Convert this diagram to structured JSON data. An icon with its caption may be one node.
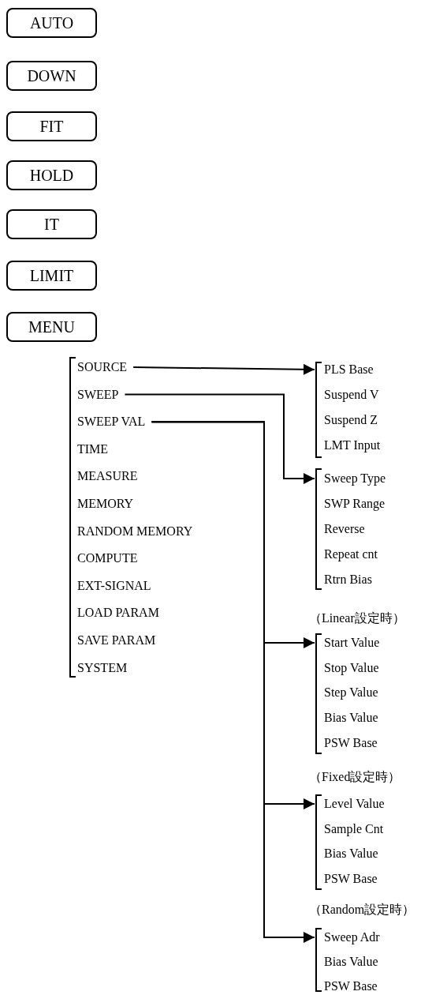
{
  "diagram": {
    "nodes": [
      {
        "text": [
          "AUTO"
        ]
      },
      {
        "text": [
          "DOWN"
        ]
      },
      {
        "text": [
          "FIT"
        ]
      },
      {
        "text": [
          "HOLD"
        ]
      },
      {
        "text": [
          "IT"
        ]
      },
      {
        "text": [
          "LIMIT"
        ]
      },
      {
        "text": [
          "MENU"
        ]
      },
      {
        "text": [],
        "shape": "bracket"
      },
      {
        "text": [
          "SOURCE"
        ],
        "in": 7
      },
      {
        "text": [
          "SWEEP"
        ],
        "in": 7
      },
      {
        "text": [
          "SWEEP VAL"
        ],
        "in": 7
      },
      {
        "text": [
          "TIME"
        ],
        "in": 7
      },
      {
        "text": [
          "MEASURE"
        ],
        "in": 7
      },
      {
        "text": [
          "MEMORY"
        ],
        "in": 7
      },
      {
        "text": [
          "RANDOM MEMORY"
        ],
        "in": 7
      },
      {
        "text": [
          "COMPUTE"
        ],
        "in": 7
      },
      {
        "text": [
          "EXT-SIGNAL"
        ],
        "in": 7
      },
      {
        "text": [
          "LOAD PARAM"
        ],
        "in": 7
      },
      {
        "text": [
          "SAVE PARAM"
        ],
        "in": 7
      },
      {
        "text": [
          "SYSTEM"
        ],
        "in": 7
      },
      {
        "text": [],
        "shape": "bracket"
      },
      {
        "text": [
          "PLS Base"
        ],
        "in": 20
      },
      {
        "text": [
          "Suspend V"
        ],
        "in": 20
      },
      {
        "text": [
          "Suspend Z"
        ],
        "in": 20
      },
      {
        "text": [
          "LMT Input"
        ],
        "in": 20
      },
      {
        "text": [],
        "shape": "bracket"
      },
      {
        "text": [
          "Sweep Type"
        ],
        "in": 25
      },
      {
        "text": [
          "SWP Range"
        ],
        "in": 25
      },
      {
        "text": [
          "Reverse"
        ],
        "in": 25
      },
      {
        "text": [
          "Repeat cnt"
        ],
        "in": 25
      },
      {
        "text": [
          "Rtrn Bias"
        ],
        "in": 25
      },
      {
        "text": [],
        "shape": "bracket",
        "beside": [
          "（Linear設定時）"
        ]
      },
      {
        "text": [
          "Start Value"
        ],
        "in": 31
      },
      {
        "text": [
          "Stop Value"
        ],
        "in": 31
      },
      {
        "text": [
          "Step Value"
        ],
        "in": 31
      },
      {
        "text": [
          "Bias Value"
        ],
        "in": 31
      },
      {
        "text": [
          "PSW Base"
        ],
        "in": 31
      },
      {
        "text": [],
        "shape": "bracket",
        "beside": [
          "（Fixed設定時）"
        ]
      },
      {
        "text": [
          "Level Value"
        ],
        "in": 37
      },
      {
        "text": [
          "Sample Cnt"
        ],
        "in": 37
      },
      {
        "text": [
          "Bias Value"
        ],
        "in": 37
      },
      {
        "text": [
          "PSW Base"
        ],
        "in": 37
      },
      {
        "text": [],
        "shape": "bracket",
        "beside": [
          "（Random設定時）"
        ]
      },
      {
        "text": [
          "Sweep Adr"
        ],
        "in": 42
      },
      {
        "text": [
          "Bias Value"
        ],
        "in": 42
      },
      {
        "text": [
          "PSW Base"
        ],
        "in": 42
      }
    ],
    "edges": [
      {
        "from": 8,
        "to": 20,
        "arrow": "to"
      },
      {
        "from": 9,
        "to": 25,
        "arrow": "to"
      },
      {
        "from": 10,
        "to": 31,
        "arrow": "to"
      },
      {
        "from": 10,
        "to": 37,
        "arrow": "to"
      },
      {
        "from": 10,
        "to": 42,
        "arrow": "to"
      }
    ]
  }
}
